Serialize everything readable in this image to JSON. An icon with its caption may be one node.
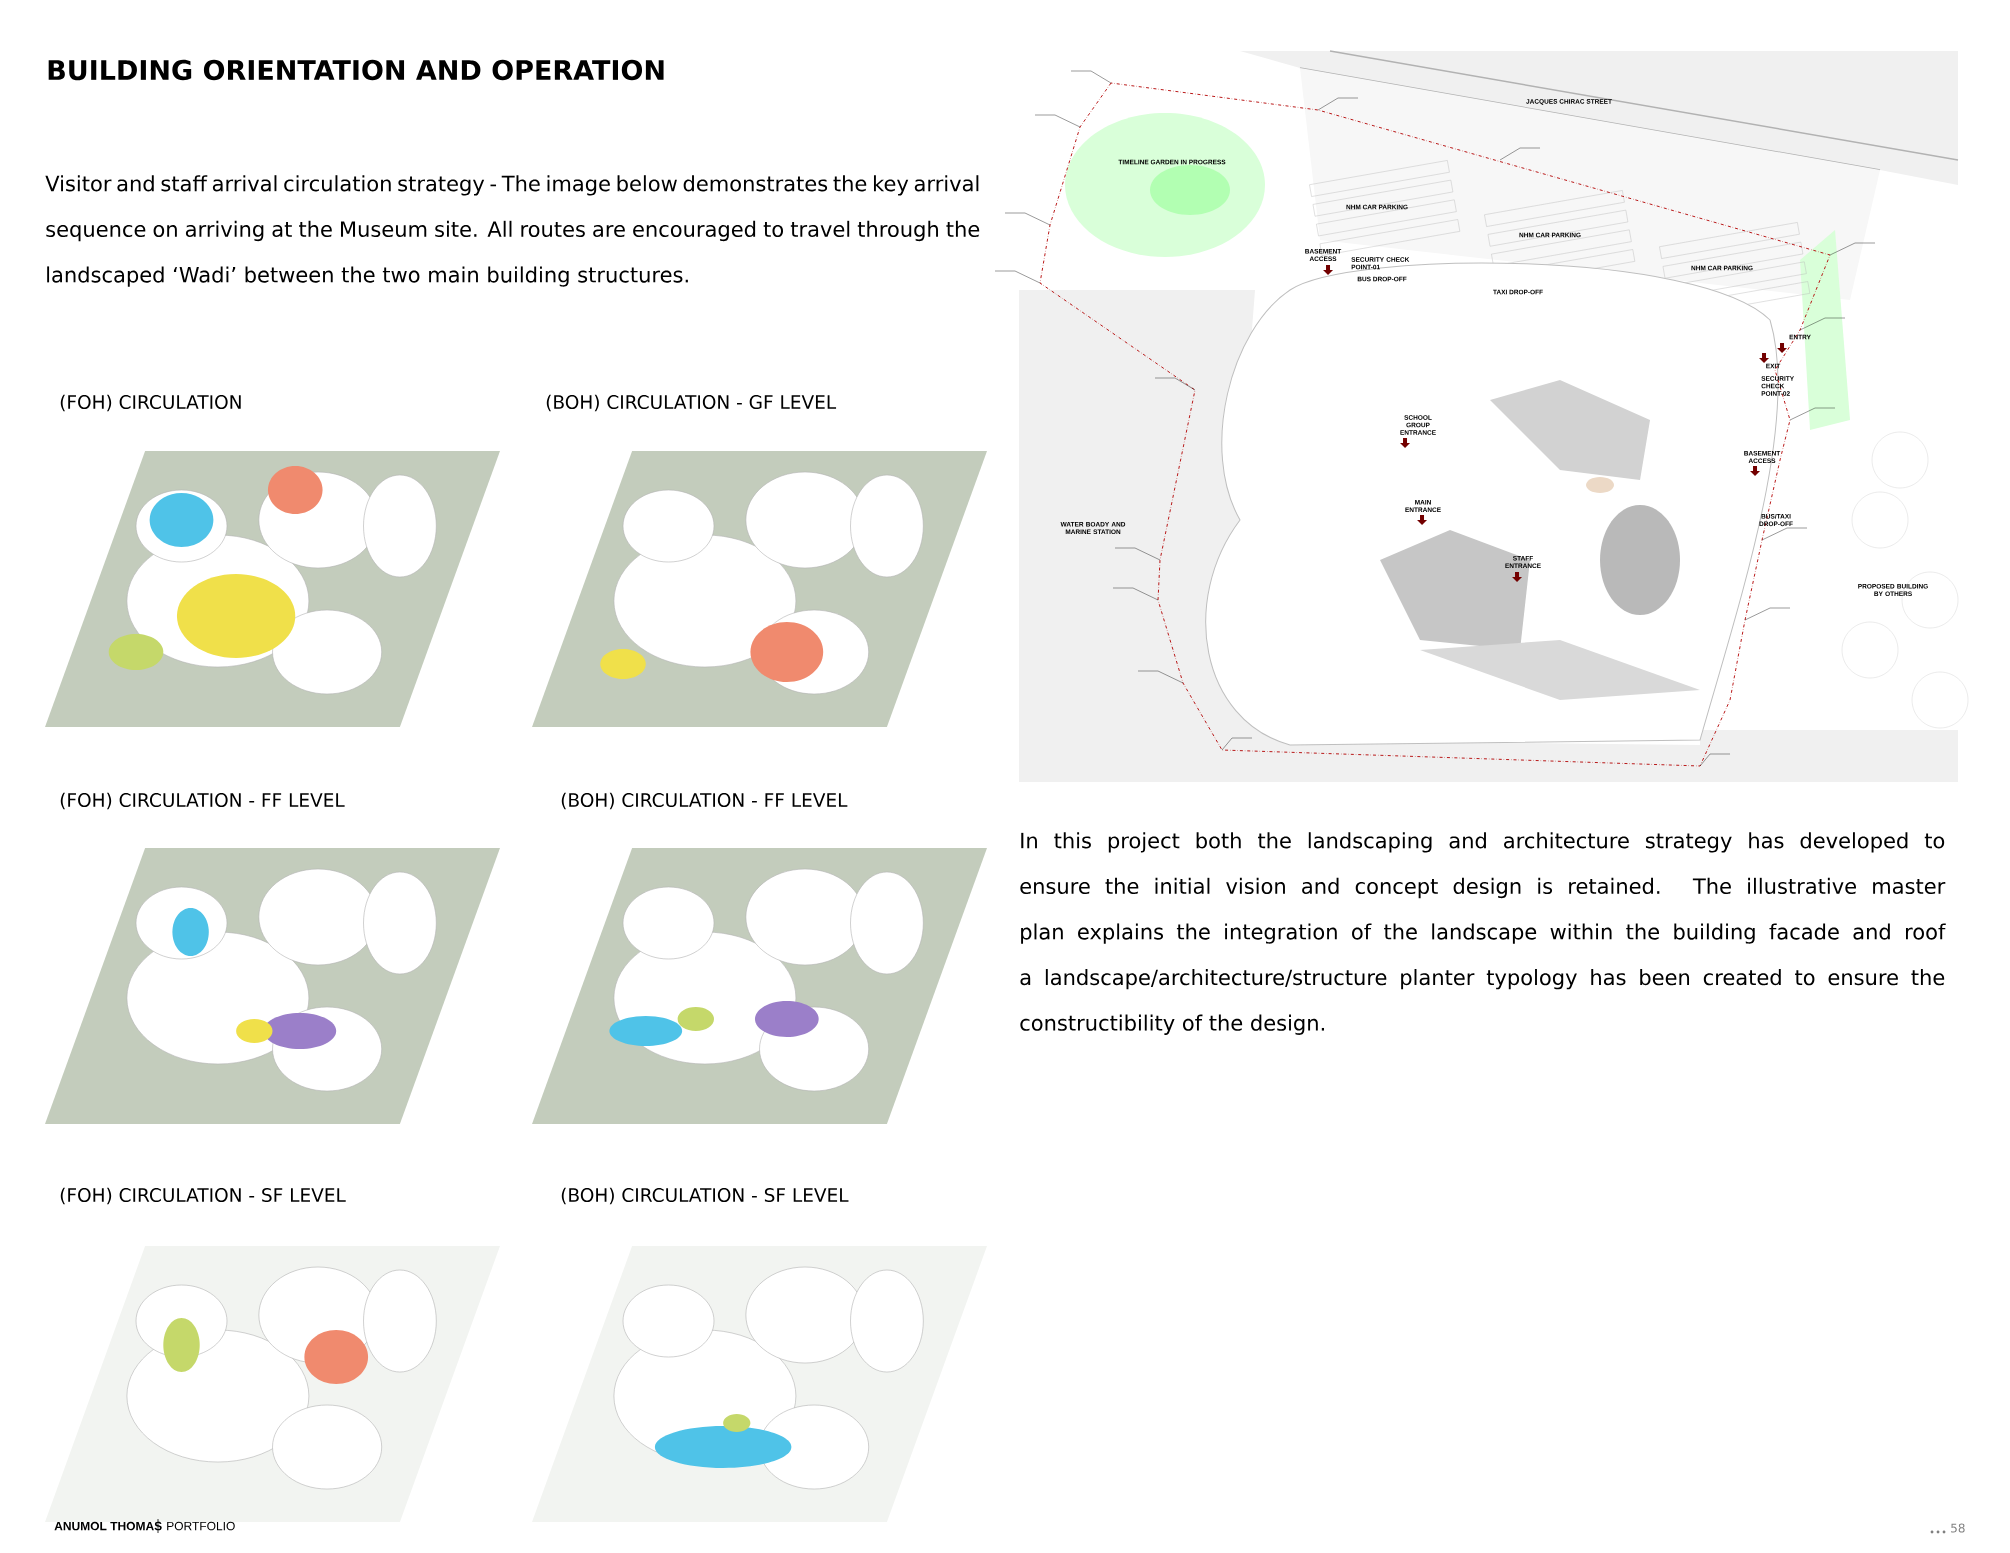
{
  "diagram": {
    "title": "BUILDING ORIENTATION AND OPERATION",
    "labels": [
      "Visitor and staff arrival circulation strategy - The image below demonstrates the key arrival sequence on arriving at the Museum site. All routes are encouraged to travel through the landscaped ‘Wadi’ between the two main building structures.",
      "(FOH) CIRCULATION",
      "(BOH) CIRCULATION - GF LEVEL",
      "(FOH) CIRCULATION - FF LEVEL",
      "(BOH) CIRCULATION - FF LEVEL",
      "(FOH) CIRCULATION - SF LEVEL",
      "(BOH) CIRCULATION - SF LEVEL",
      "JACQUES CHIRAC STREET",
      "TIMELINE GARDEN IN PROGRESS",
      "NHM CAR PARKING",
      "NHM CAR PARKING",
      "BASEMENT ACCESS",
      "SECURITY CHECK POINT-01",
      "NHM CAR PARKING",
      "BUS DROP-OFF",
      "TAXI DROP-OFF",
      "ENTRY",
      "EXIT",
      "SECURITY CHECK POINT-02",
      "SCHOOL GROUP ENTRANCE",
      "BASEMENT ACCESS",
      "MAIN ENTRANCE",
      "BUS/TAXI DROP-OFF",
      "WATER BOADY AND MARINE STATION",
      "STAFF ENTRANCE",
      "PROPOSED BUILDING BY OTHERS",
      "In this project both the landscaping and architecture strategy has developed to ensure the initial vision and concept design is retained. The illustrative master plan explains the integration of the landscape within the building facade and roof a landscape/architecture/structure planter typology has been created to ensure the constructibility of the design.",
      "ANUMOL THOMAS",
      "PORTFOLIO",
      "58"
    ]
  }
}
